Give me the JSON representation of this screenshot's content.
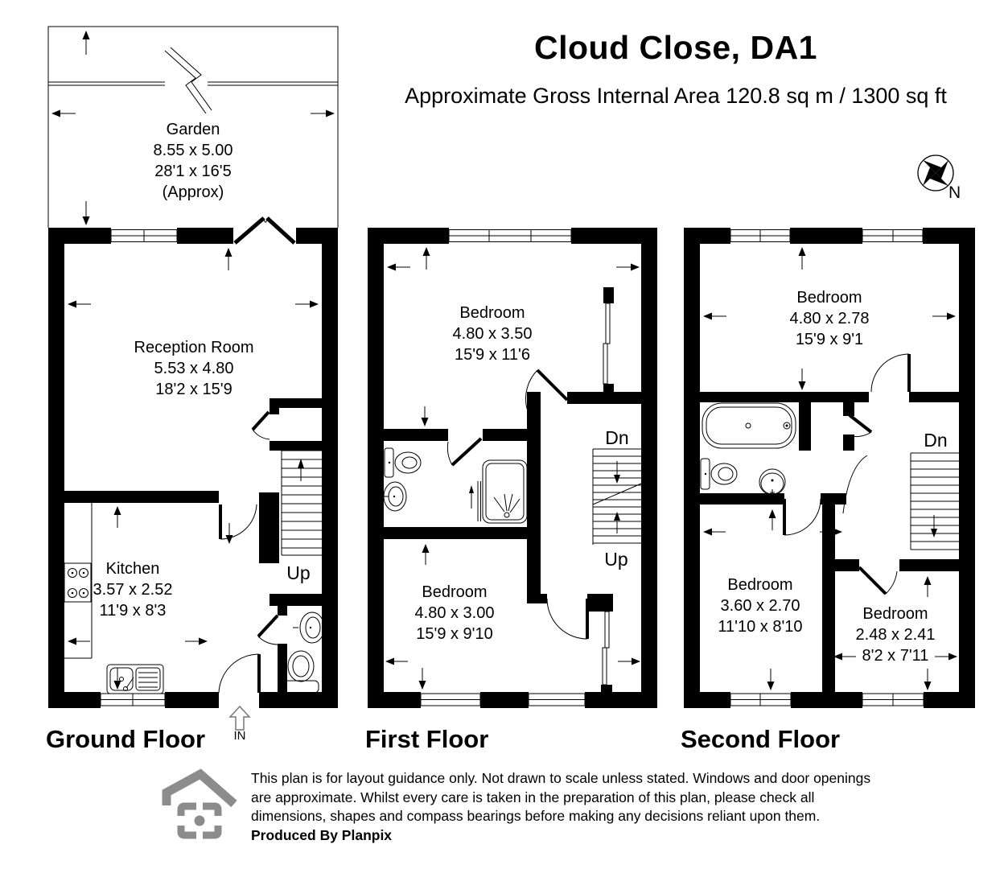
{
  "header": {
    "title": "Cloud Close, DA1",
    "subtitle": "Approximate Gross Internal Area 120.8 sq m / 1300 sq ft"
  },
  "compass": {
    "north": "N"
  },
  "floors": [
    {
      "label": "Ground Floor",
      "entrance": "IN",
      "stair_up": "Up",
      "rooms": [
        {
          "name": "Garden",
          "metric": "8.55 x 5.00",
          "imperial": "28'1 x 16'5",
          "note": "(Approx)"
        },
        {
          "name": "Reception Room",
          "metric": "5.53 x 4.80",
          "imperial": "18'2 x 15'9"
        },
        {
          "name": "Kitchen",
          "metric": "3.57 x 2.52",
          "imperial": "11'9 x 8'3"
        }
      ]
    },
    {
      "label": "First Floor",
      "stair_dn": "Dn",
      "stair_up": "Up",
      "rooms": [
        {
          "name": "Bedroom",
          "metric": "4.80 x 3.50",
          "imperial": "15'9 x 11'6"
        },
        {
          "name": "Bedroom",
          "metric": "4.80 x 3.00",
          "imperial": "15'9 x 9'10"
        }
      ]
    },
    {
      "label": "Second Floor",
      "stair_dn": "Dn",
      "rooms": [
        {
          "name": "Bedroom",
          "metric": "4.80 x 2.78",
          "imperial": "15'9 x 9'1"
        },
        {
          "name": "Bedroom",
          "metric": "3.60 x 2.70",
          "imperial": "11'10 x 8'10"
        },
        {
          "name": "Bedroom",
          "metric": "2.48 x 2.41",
          "imperial": "8'2 x 7'11"
        }
      ]
    }
  ],
  "footer": {
    "disclaimer_lines": [
      "This plan is for layout guidance only. Not drawn to scale unless stated. Windows and door openings",
      "are approximate. Whilst every care is taken in the preparation of this plan, please check all",
      "dimensions, shapes and compass bearings before making any decisions reliant upon them."
    ],
    "produced_by": "Produced By Planpix"
  },
  "colors": {
    "ink": "#000000",
    "logo_gray": "#8c8c8c"
  }
}
